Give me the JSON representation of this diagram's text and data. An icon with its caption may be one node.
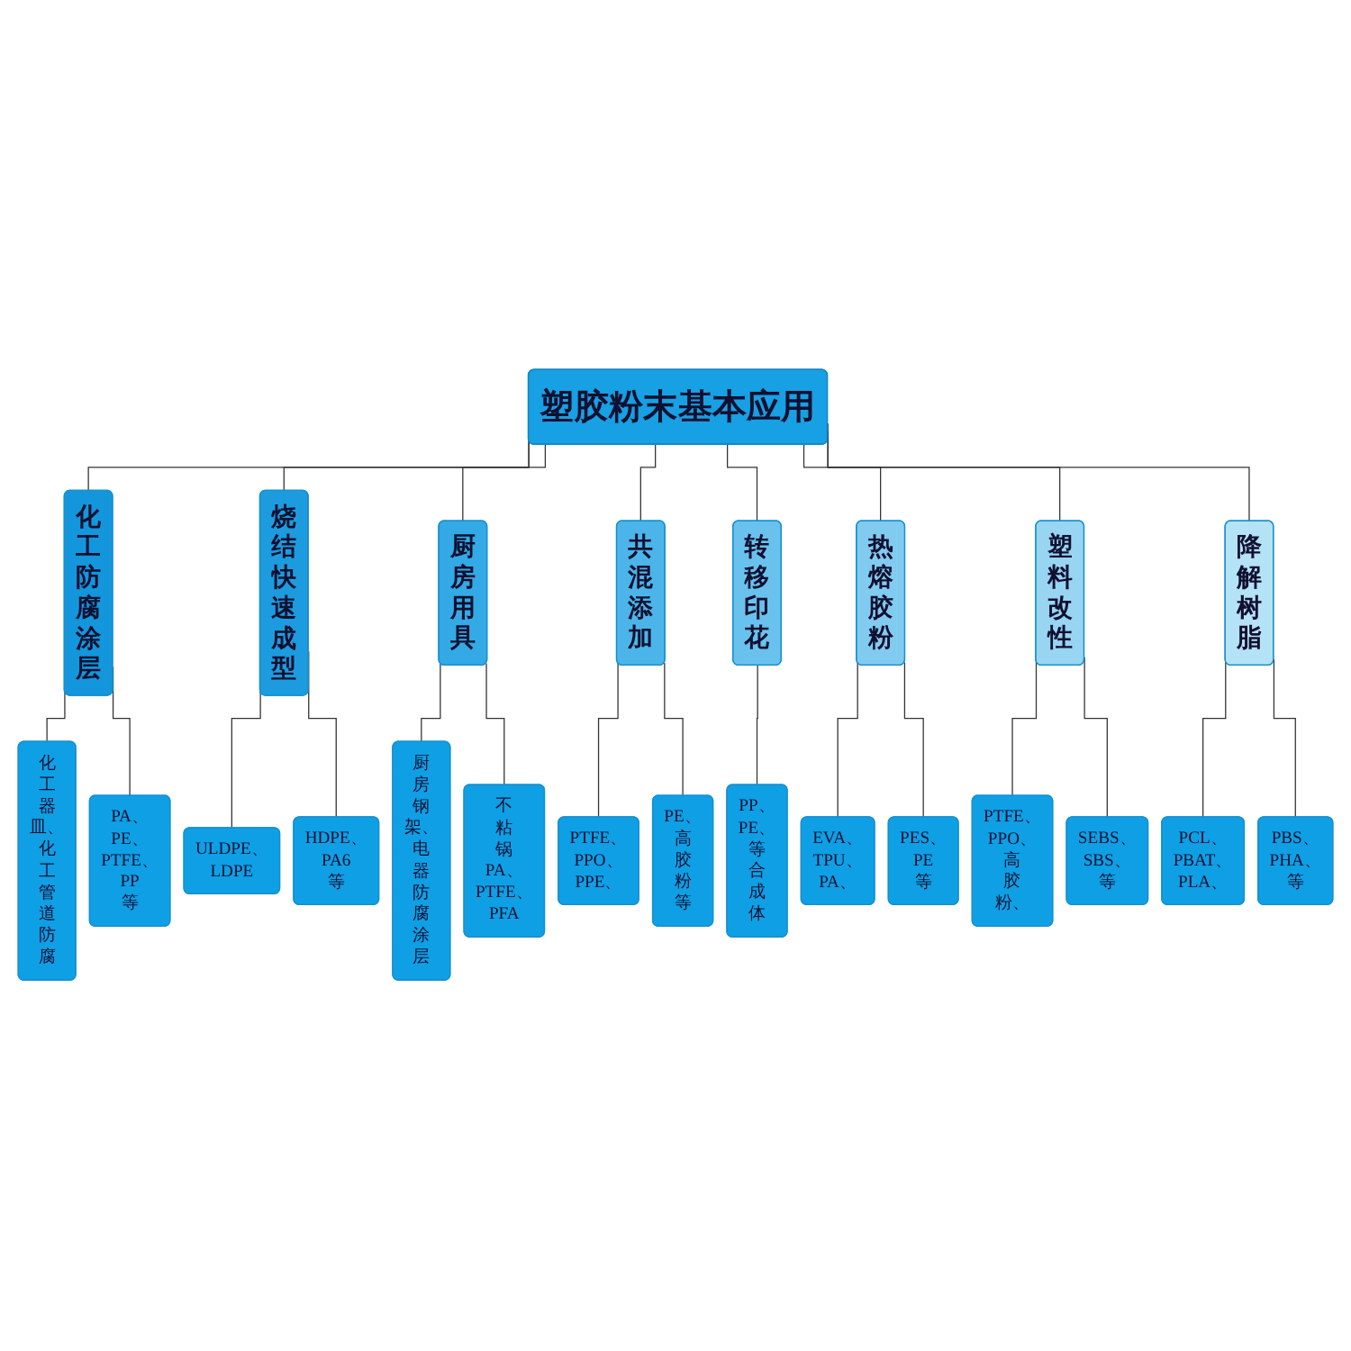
{
  "diagram": {
    "nodes": [
      {
        "text": [
          "塑胶粉末基本应用"
        ]
      },
      {
        "text": [
          "化工防腐涂层"
        ]
      },
      {
        "text": [
          "烧结快速成型"
        ]
      },
      {
        "text": [
          "厨房用具"
        ]
      },
      {
        "text": [
          "共混添加"
        ]
      },
      {
        "text": [
          "转移印花"
        ]
      },
      {
        "text": [
          "热熔胶粉"
        ]
      },
      {
        "text": [
          "塑料改性"
        ]
      },
      {
        "text": [
          "降解树脂"
        ]
      },
      {
        "text": [
          "化工器皿、化工管道防腐"
        ]
      },
      {
        "text": [
          "PA、PE、PTFE、PP等"
        ]
      },
      {
        "text": [
          "ULDPE、LDPE"
        ]
      },
      {
        "text": [
          "HDPE、PA6等"
        ]
      },
      {
        "text": [
          "厨房钢架、电器防腐涂层"
        ]
      },
      {
        "text": [
          "不粘锅PA、PTFE、PFA"
        ]
      },
      {
        "text": [
          "PTFE、PPO、PPE、"
        ]
      },
      {
        "text": [
          "PE、高胶粉等"
        ]
      },
      {
        "text": [
          "PP、PE、等合成体"
        ]
      },
      {
        "text": [
          "EVA、TPU、PA、"
        ]
      },
      {
        "text": [
          "PES、PE等"
        ]
      },
      {
        "text": [
          "PTFE、PPO、高胶粉、"
        ]
      },
      {
        "text": [
          "SEBS、SBS、等"
        ]
      },
      {
        "text": [
          "PCL、PBAT、PLA、"
        ]
      },
      {
        "text": [
          "PBS、PHA、等"
        ]
      }
    ],
    "edges": [
      {
        "from": 0,
        "to": 1,
        "arrow": "none"
      },
      {
        "from": 0,
        "to": 2,
        "arrow": "none"
      },
      {
        "from": 0,
        "to": 3,
        "arrow": "none"
      },
      {
        "from": 0,
        "to": 4,
        "arrow": "none"
      },
      {
        "from": 0,
        "to": 5,
        "arrow": "none"
      },
      {
        "from": 0,
        "to": 6,
        "arrow": "none"
      },
      {
        "from": 0,
        "to": 7,
        "arrow": "none"
      },
      {
        "from": 0,
        "to": 8,
        "arrow": "none"
      },
      {
        "from": 1,
        "to": 9,
        "arrow": "none"
      },
      {
        "from": 1,
        "to": 10,
        "arrow": "none"
      },
      {
        "from": 2,
        "to": 11,
        "arrow": "none"
      },
      {
        "from": 2,
        "to": 12,
        "arrow": "none"
      },
      {
        "from": 3,
        "to": 13,
        "arrow": "none"
      },
      {
        "from": 3,
        "to": 14,
        "arrow": "none"
      },
      {
        "from": 4,
        "to": 15,
        "arrow": "none"
      },
      {
        "from": 4,
        "to": 16,
        "arrow": "none"
      },
      {
        "from": 5,
        "to": 17,
        "arrow": "none"
      },
      {
        "from": 6,
        "to": 18,
        "arrow": "none"
      },
      {
        "from": 6,
        "to": 19,
        "arrow": "none"
      },
      {
        "from": 7,
        "to": 20,
        "arrow": "none"
      },
      {
        "from": 7,
        "to": 21,
        "arrow": "none"
      },
      {
        "from": 8,
        "to": 22,
        "arrow": "none"
      },
      {
        "from": 8,
        "to": 23,
        "arrow": "none"
      }
    ]
  }
}
